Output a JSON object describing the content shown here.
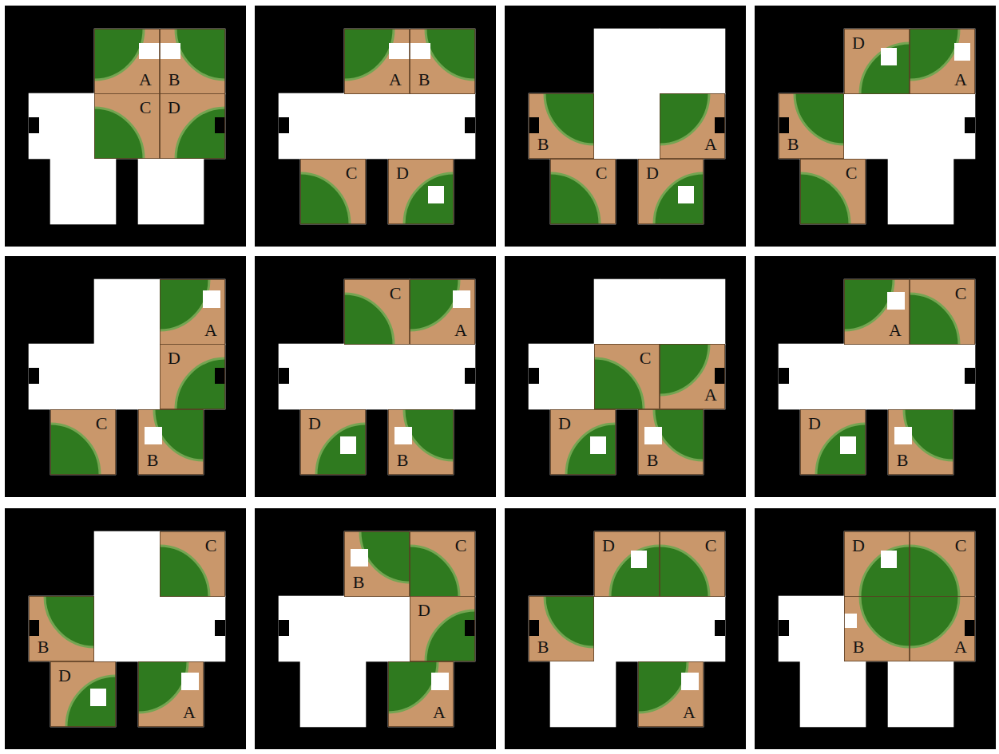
{
  "diagram": {
    "nodes": [
      {
        "text": [
          "A"
        ]
      },
      {
        "text": [
          "B"
        ]
      },
      {
        "text": [
          "C"
        ]
      },
      {
        "text": [
          "D"
        ]
      },
      {
        "text": [
          "A"
        ]
      },
      {
        "text": [
          "B"
        ]
      },
      {
        "text": [
          "C"
        ]
      },
      {
        "text": [
          "D"
        ]
      },
      {
        "text": [
          "B"
        ]
      },
      {
        "text": [
          "A"
        ]
      },
      {
        "text": [
          "C"
        ]
      },
      {
        "text": [
          "D"
        ]
      },
      {
        "text": [
          "D"
        ]
      },
      {
        "text": [
          "A"
        ]
      },
      {
        "text": [
          "B"
        ]
      },
      {
        "text": [
          "C"
        ]
      },
      {
        "text": [
          "A"
        ]
      },
      {
        "text": [
          "D"
        ]
      },
      {
        "text": [
          "C"
        ]
      },
      {
        "text": [
          "B"
        ]
      },
      {
        "text": [
          "C"
        ]
      },
      {
        "text": [
          "A"
        ]
      },
      {
        "text": [
          "D"
        ]
      },
      {
        "text": [
          "B"
        ]
      },
      {
        "text": [
          "C"
        ]
      },
      {
        "text": [
          "A"
        ]
      },
      {
        "text": [
          "D"
        ]
      },
      {
        "text": [
          "B"
        ]
      },
      {
        "text": [
          "A"
        ]
      },
      {
        "text": [
          "C"
        ]
      },
      {
        "text": [
          "D"
        ]
      },
      {
        "text": [
          "B"
        ]
      },
      {
        "text": [
          "C"
        ]
      },
      {
        "text": [
          "B"
        ]
      },
      {
        "text": [
          "D"
        ]
      },
      {
        "text": [
          "A"
        ]
      },
      {
        "text": [
          "B"
        ]
      },
      {
        "text": [
          "C"
        ]
      },
      {
        "text": [
          "D"
        ]
      },
      {
        "text": [
          "A"
        ]
      },
      {
        "text": [
          "D"
        ]
      },
      {
        "text": [
          "C"
        ]
      },
      {
        "text": [
          "B"
        ]
      },
      {
        "text": [
          "A"
        ]
      },
      {
        "text": [
          "D"
        ]
      },
      {
        "text": [
          "C"
        ]
      },
      {
        "text": [
          "B"
        ]
      },
      {
        "text": [
          "A"
        ]
      }
    ]
  }
}
